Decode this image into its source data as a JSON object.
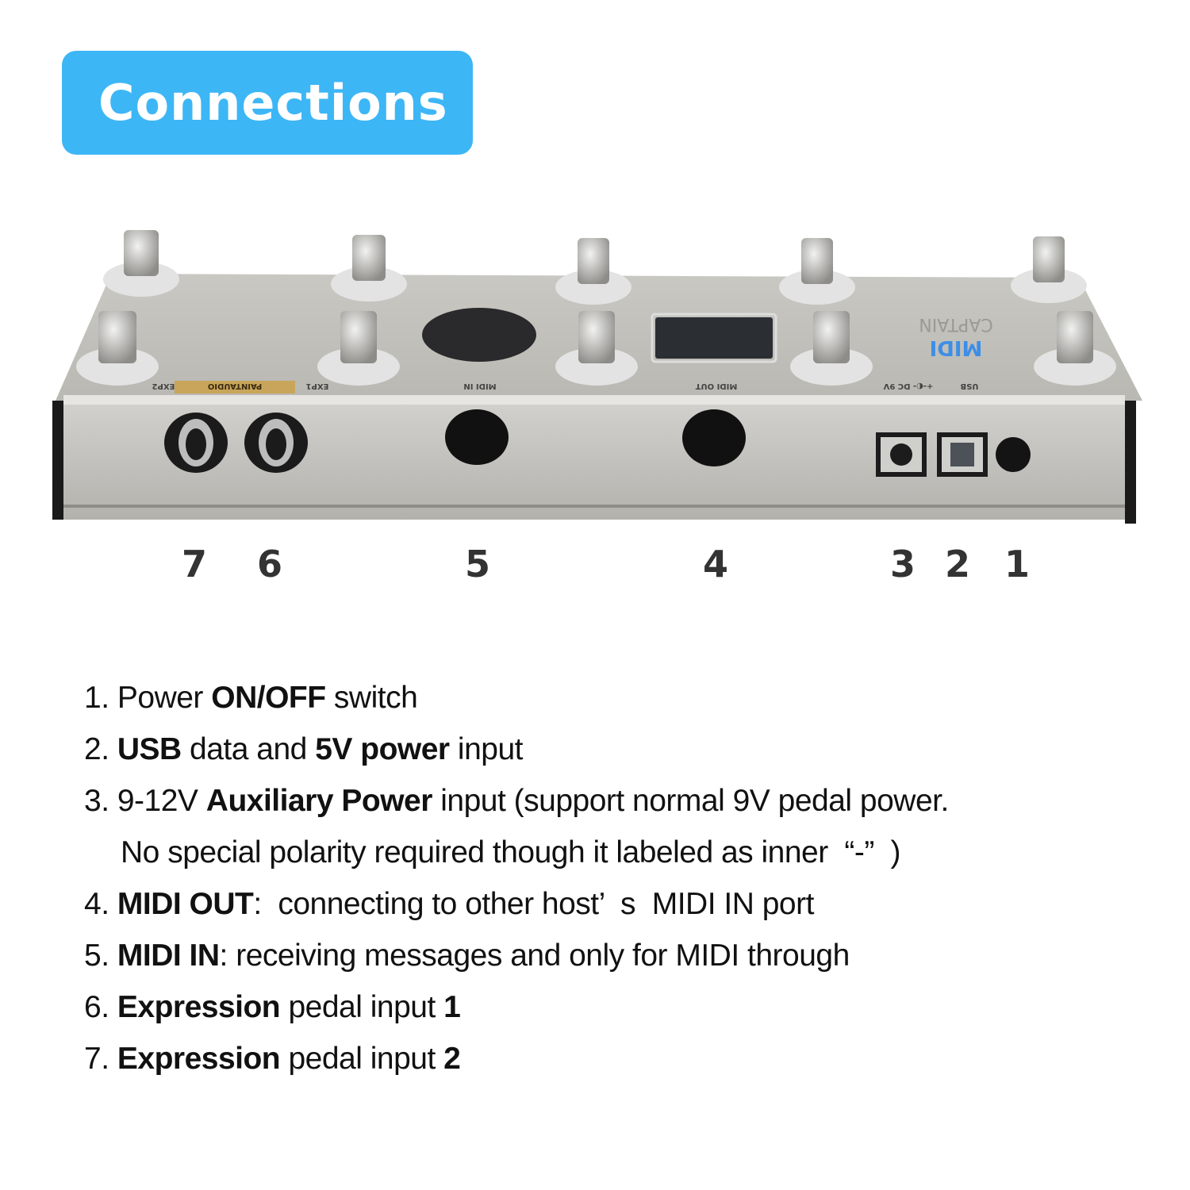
{
  "header": {
    "title": "Connections",
    "color": "#3db6f6"
  },
  "device": {
    "logo_line1": "MIDI",
    "logo_line2": "CAPTAIN",
    "labels": {
      "exp2": "EXP2",
      "exp1": "EXP1",
      "brand": "PAINTAUDIO",
      "midi_in": "MIDI IN",
      "midi_out": "MIDI OUT",
      "dc": "+-◐- DC 9V",
      "usb": "USB"
    }
  },
  "callouts": [
    "7",
    "6",
    "5",
    "4",
    "3",
    "2",
    "1"
  ],
  "list": [
    {
      "segments": [
        {
          "text": "1. Power ",
          "bold": false
        },
        {
          "text": "ON/OFF",
          "bold": true
        },
        {
          "text": " switch",
          "bold": false
        }
      ]
    },
    {
      "segments": [
        {
          "text": "2. ",
          "bold": false
        },
        {
          "text": "USB",
          "bold": true
        },
        {
          "text": " data and ",
          "bold": false
        },
        {
          "text": "5V power",
          "bold": true
        },
        {
          "text": " input",
          "bold": false
        }
      ]
    },
    {
      "segments": [
        {
          "text": "3. 9-12V ",
          "bold": false
        },
        {
          "text": "Auxiliary Power",
          "bold": true
        },
        {
          "text": " input (support normal 9V pedal power.",
          "bold": false
        }
      ]
    },
    {
      "cont": true,
      "segments": [
        {
          "text": "No special polarity required though it labeled as inner  “-”  )",
          "bold": false
        }
      ]
    },
    {
      "segments": [
        {
          "text": "4. ",
          "bold": false
        },
        {
          "text": "MIDI OUT",
          "bold": true
        },
        {
          "text": ":  connecting to other host’  s  MIDI IN port",
          "bold": false
        }
      ]
    },
    {
      "segments": [
        {
          "text": "5. ",
          "bold": false
        },
        {
          "text": "MIDI IN",
          "bold": true
        },
        {
          "text": ": receiving messages and only for MIDI through",
          "bold": false
        }
      ]
    },
    {
      "segments": [
        {
          "text": "6. ",
          "bold": false
        },
        {
          "text": "Expression",
          "bold": true
        },
        {
          "text": " pedal input ",
          "bold": false
        },
        {
          "text": "1",
          "bold": true
        }
      ]
    },
    {
      "segments": [
        {
          "text": "7. ",
          "bold": false
        },
        {
          "text": "Expression",
          "bold": true
        },
        {
          "text": " pedal input ",
          "bold": false
        },
        {
          "text": "2",
          "bold": true
        }
      ]
    }
  ]
}
